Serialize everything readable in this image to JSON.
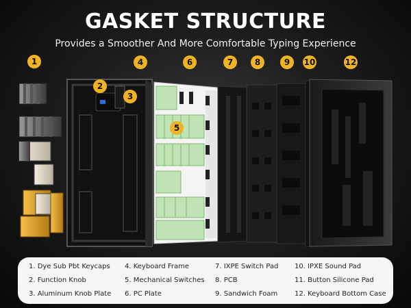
{
  "title": "GASKET STRUCTURE",
  "subtitle": "Provides a Smoother And More Comfortable Typing Experience",
  "badges": [
    "1",
    "2",
    "3",
    "4",
    "5",
    "6",
    "7",
    "8",
    "9",
    "10",
    "12"
  ],
  "legend": {
    "col1": [
      "1. Dye Sub Pbt Keycaps",
      "2. Function Knob",
      "3. Aluminum Knob Plate"
    ],
    "col2": [
      "4. Keyboard Frame",
      "5. Mechanical Switches",
      "6. PC Plate"
    ],
    "col3": [
      "7. IXPE Switch Pad",
      "8. PCB",
      "9. Sandwich Foam"
    ],
    "col4": [
      "10. IPXE Sound Pad",
      "11. Button Silicone Pad",
      "12. Keyboard Bottom Case"
    ]
  },
  "colors": {
    "accent": "#f0b323",
    "keycap_yellow": "#e5a52a",
    "switch_green": "#bfe3b4"
  }
}
